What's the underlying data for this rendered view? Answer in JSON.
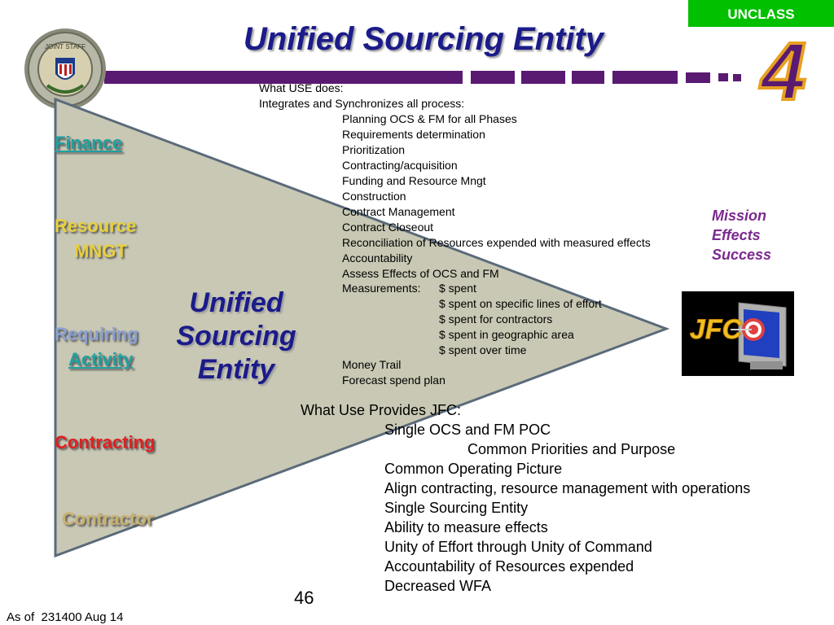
{
  "badge": "UNCLASS",
  "title": "Unified Sourcing Entity",
  "seal_text": "JOINT STAFF",
  "logo_glyph": "4",
  "colors": {
    "badge": "#00c000",
    "title": "#1b1b8a",
    "bar": "#5a1a72",
    "triangle": "#c8c8b4",
    "triangle_border": "#5a6a7a"
  },
  "what_use_does": {
    "heading": "What USE does:",
    "sub_heading": "Integrates and Synchronizes all process:",
    "items": [
      "Planning OCS & FM for all Phases",
      "Requirements determination",
      "Prioritization",
      "Contracting/acquisition",
      "Funding and Resource Mngt",
      "Construction",
      "Contract Management",
      "Contract Closeout",
      "Reconciliation of Resources expended with measured effects",
      "Accountability",
      "Assess Effects of OCS and FM"
    ],
    "measurements_label": "Measurements:",
    "measurements": [
      "$ spent",
      "$ spent on specific lines of effort",
      "$ spent for contractors",
      "$ spent in geographic area",
      "$ spent over time"
    ],
    "trailing": [
      "Money Trail",
      "Forecast spend plan"
    ]
  },
  "side_labels": {
    "finance": "Finance",
    "resource_line1": "Resource",
    "resource_line2": "MNGT",
    "requiring_line1": "Requiring",
    "requiring_line2": "Activity",
    "contracting": "Contracting",
    "contractor": "Contractor"
  },
  "center_label": [
    "Unified",
    "Sourcing",
    "Entity"
  ],
  "mission": [
    "Mission",
    "Effects",
    "Success"
  ],
  "jfc_label": "JFC",
  "what_use_provides": {
    "heading": "What Use Provides JFC:",
    "items": [
      "Single OCS and FM POC",
      "Common Priorities and Purpose",
      "Common Operating Picture",
      "Align contracting, resource management with operations",
      "Single Sourcing Entity",
      "Ability to measure effects",
      "Unity of Effort through Unity of Command",
      "Accountability of Resources expended",
      "Decreased WFA"
    ]
  },
  "page_number": "46",
  "footer": "As of  231400 Aug 14"
}
